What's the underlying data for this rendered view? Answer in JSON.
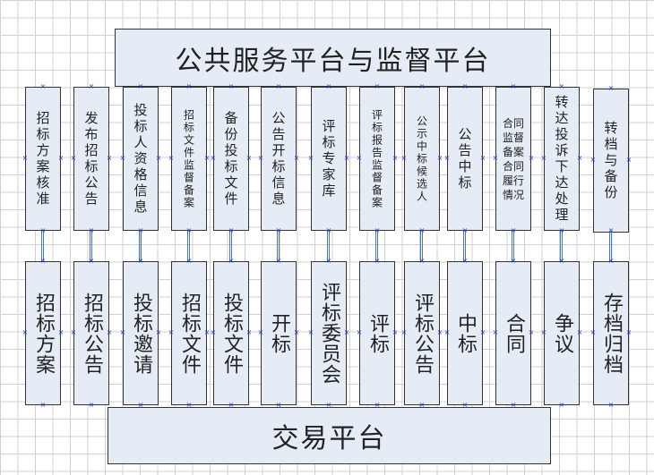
{
  "top_platform": "公共服务平台与监督平台",
  "bottom_platform": "交易平台",
  "supervision_items": [
    "招标方案核准",
    "发布招标公告",
    "投标人资格信息",
    "招标文件监督备案",
    "备份投标文件",
    "公告开标信息",
    "评标专家库",
    "评标报告监督备案",
    "公示中标候选人",
    "公告中标",
    "合同监督备案合同履行情况",
    "转达投诉下达处理",
    "转档与备份"
  ],
  "transaction_items": [
    "招标方案",
    "招标公告",
    "投标邀请",
    "招标文件",
    "投标文件",
    "开标",
    "评标委员会",
    "评标",
    "评标公告",
    "中标",
    "合同",
    "争议",
    "存档归档"
  ],
  "colors": {
    "box_fill": "#e6ecf6",
    "connector": "#4a78c0"
  }
}
